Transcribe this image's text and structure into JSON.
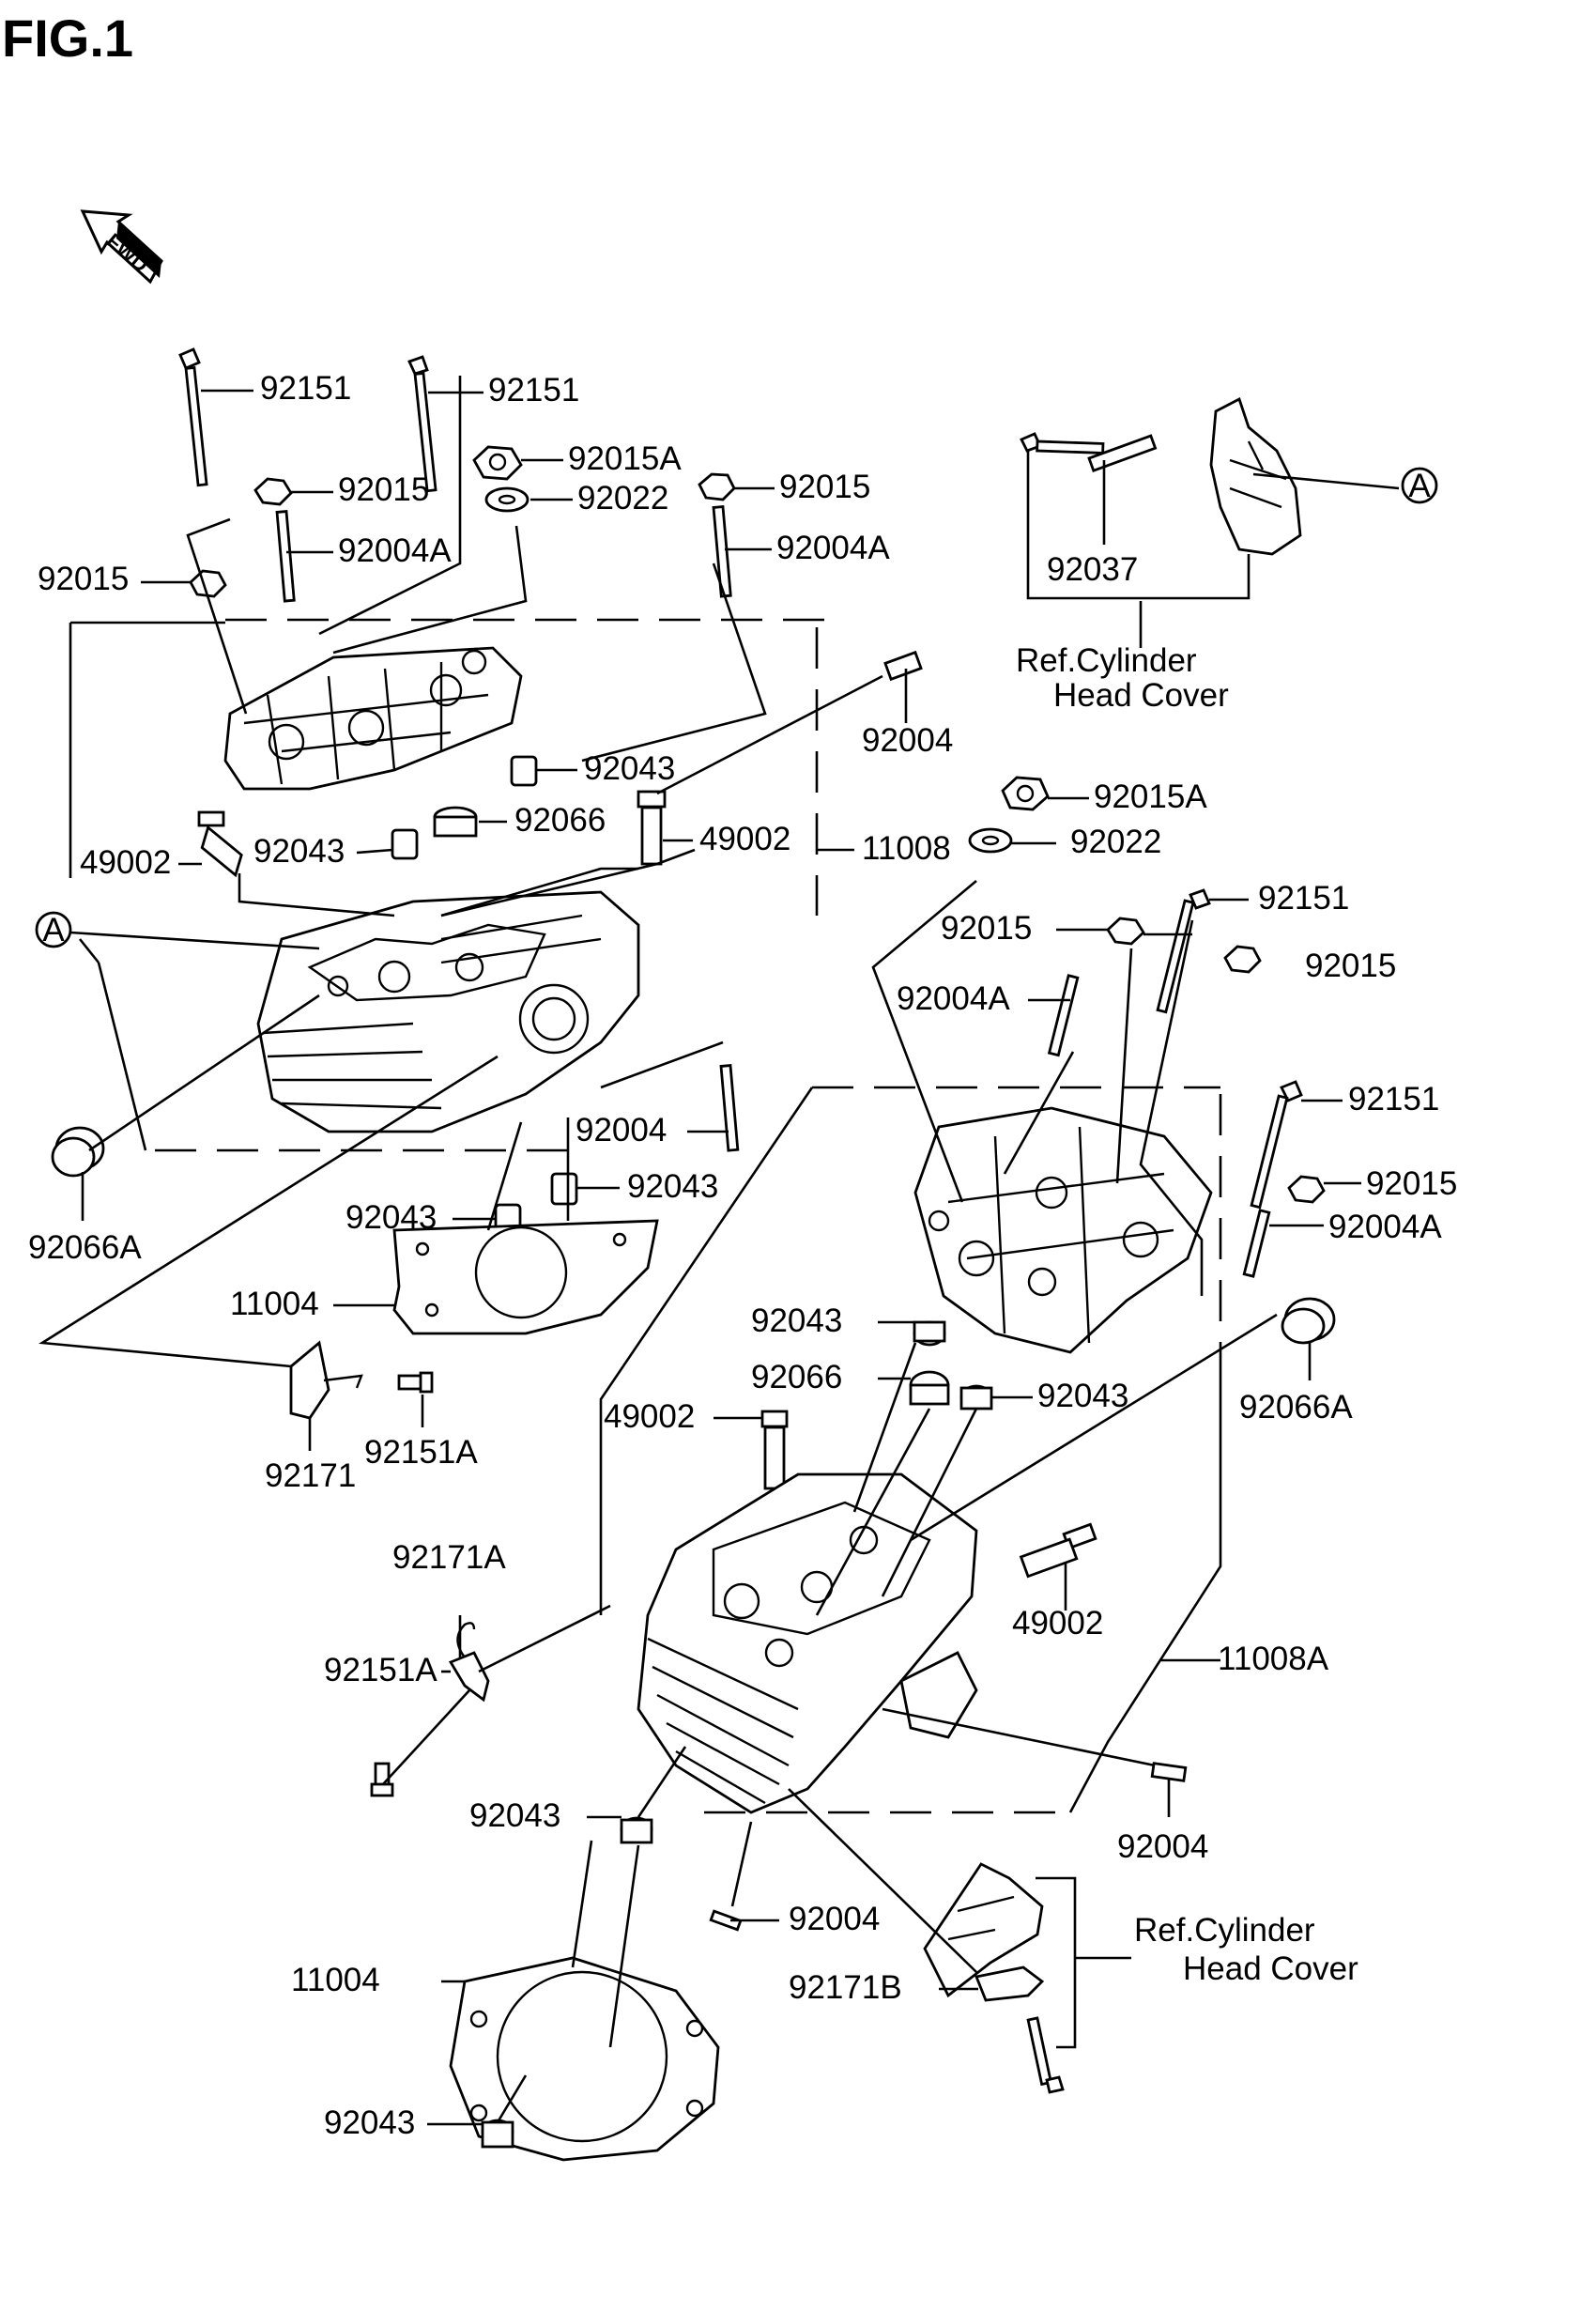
{
  "figure": {
    "title": "FIG.1",
    "fwd_label": "FWD"
  },
  "labels": [
    {
      "id": "l1",
      "text": "92151"
    },
    {
      "id": "l2",
      "text": "92151"
    },
    {
      "id": "l3",
      "text": "92015A"
    },
    {
      "id": "l4",
      "text": "92015"
    },
    {
      "id": "l5",
      "text": "92022"
    },
    {
      "id": "l6",
      "text": "92015"
    },
    {
      "id": "l7",
      "text": "92004A"
    },
    {
      "id": "l8",
      "text": "92004A"
    },
    {
      "id": "l9",
      "text": "92015"
    },
    {
      "id": "l10",
      "text": "92043"
    },
    {
      "id": "l11",
      "text": "92004"
    },
    {
      "id": "l12",
      "text": "92066"
    },
    {
      "id": "l13",
      "text": "92043"
    },
    {
      "id": "l14",
      "text": "49002"
    },
    {
      "id": "l15",
      "text": "49002"
    },
    {
      "id": "l16",
      "text": "11008"
    },
    {
      "id": "l17",
      "text": "92004"
    },
    {
      "id": "l18",
      "text": "92043"
    },
    {
      "id": "l19",
      "text": "92043"
    },
    {
      "id": "l20",
      "text": "92066A"
    },
    {
      "id": "l21",
      "text": "11004"
    },
    {
      "id": "l22",
      "text": "92171"
    },
    {
      "id": "l23",
      "text": "92151A"
    },
    {
      "id": "l24",
      "text": "92037"
    },
    {
      "id": "l25",
      "text": "92004"
    },
    {
      "id": "l26",
      "text": "92015A"
    },
    {
      "id": "l27",
      "text": "92022"
    },
    {
      "id": "l28",
      "text": "92151"
    },
    {
      "id": "l29",
      "text": "92015"
    },
    {
      "id": "l30",
      "text": "92015"
    },
    {
      "id": "l31",
      "text": "92004A"
    },
    {
      "id": "l32",
      "text": "92151"
    },
    {
      "id": "l33",
      "text": "92015"
    },
    {
      "id": "l34",
      "text": "92004A"
    },
    {
      "id": "l35",
      "text": "92043"
    },
    {
      "id": "l36",
      "text": "92066"
    },
    {
      "id": "l37",
      "text": "92043"
    },
    {
      "id": "l38",
      "text": "92066A"
    },
    {
      "id": "l39",
      "text": "49002"
    },
    {
      "id": "l40",
      "text": "92171A"
    },
    {
      "id": "l41",
      "text": "92151A"
    },
    {
      "id": "l42",
      "text": "49002"
    },
    {
      "id": "l43",
      "text": "11008A"
    },
    {
      "id": "l44",
      "text": "92043"
    },
    {
      "id": "l45",
      "text": "92004"
    },
    {
      "id": "l46",
      "text": "92004"
    },
    {
      "id": "l47",
      "text": "11004"
    },
    {
      "id": "l48",
      "text": "92171B"
    },
    {
      "id": "l49",
      "text": "92043"
    }
  ],
  "refs": [
    {
      "id": "r1",
      "line1": "Ref.Cylinder",
      "line2": "Head Cover"
    },
    {
      "id": "r2",
      "line1": "Ref.Cylinder",
      "line2": "Head Cover"
    }
  ],
  "markers": [
    {
      "id": "m1",
      "text": "A"
    },
    {
      "id": "m2",
      "text": "A"
    }
  ]
}
